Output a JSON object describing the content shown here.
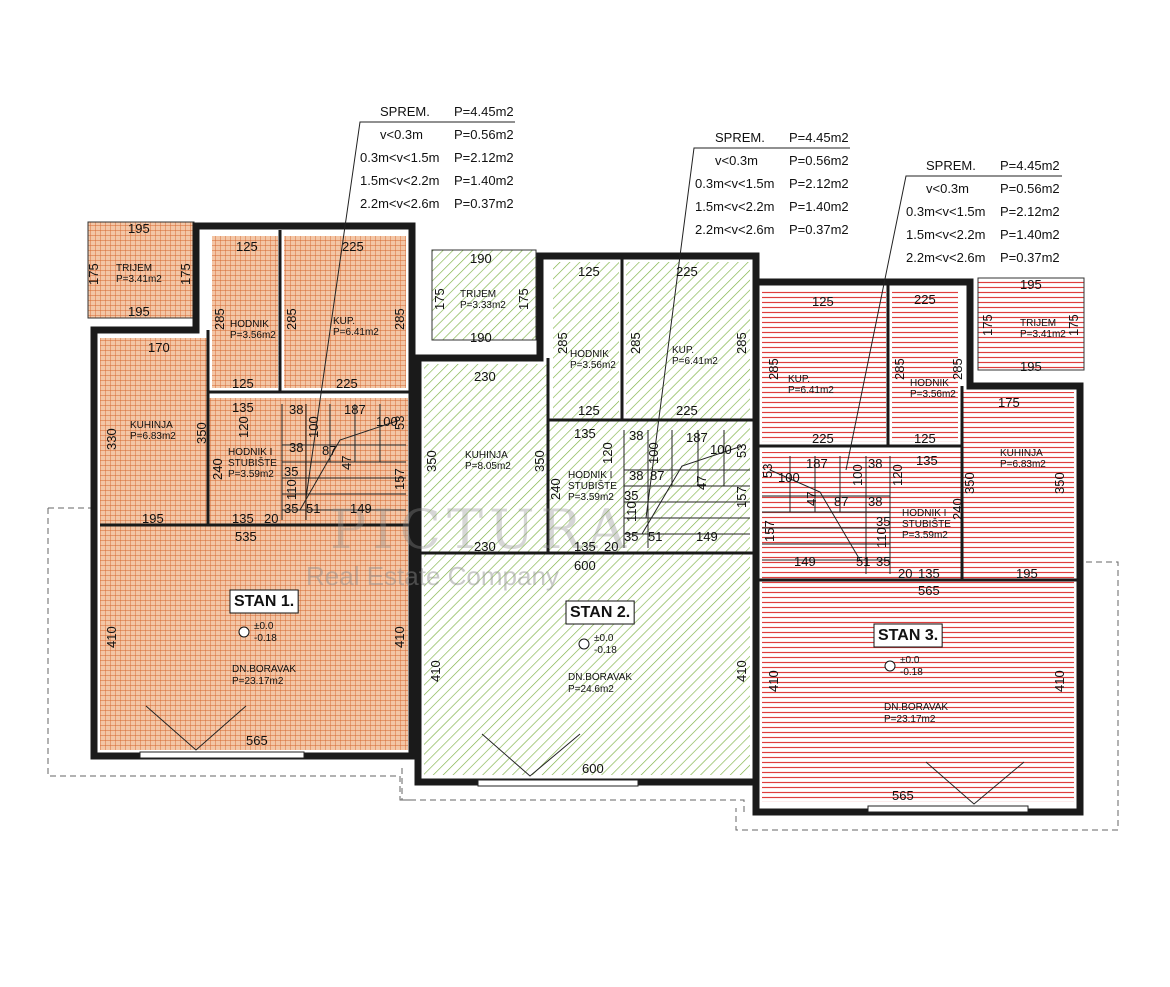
{
  "watermark": {
    "logo_text": "PICTURA",
    "tagline": "Real Estate Company"
  },
  "colors": {
    "stan1_fill": "#e0885a",
    "stan2_fill": "#8fbf5a",
    "stan3_fill": "#e04848",
    "wall": "#1a1a1a"
  },
  "storage_tables": [
    {
      "rows": [
        [
          "SPREM.",
          "P=4.45m2"
        ],
        [
          "v<0.3m",
          "P=0.56m2"
        ],
        [
          "0.3m<v<1.5m",
          "P=2.12m2"
        ],
        [
          "1.5m<v<2.2m",
          "P=1.40m2"
        ],
        [
          "2.2m<v<2.6m",
          "P=0.37m2"
        ]
      ]
    },
    {
      "rows": [
        [
          "SPREM.",
          "P=4.45m2"
        ],
        [
          "v<0.3m",
          "P=0.56m2"
        ],
        [
          "0.3m<v<1.5m",
          "P=2.12m2"
        ],
        [
          "1.5m<v<2.2m",
          "P=1.40m2"
        ],
        [
          "2.2m<v<2.6m",
          "P=0.37m2"
        ]
      ]
    },
    {
      "rows": [
        [
          "SPREM.",
          "P=4.45m2"
        ],
        [
          "v<0.3m",
          "P=0.56m2"
        ],
        [
          "0.3m<v<1.5m",
          "P=2.12m2"
        ],
        [
          "1.5m<v<2.2m",
          "P=1.40m2"
        ],
        [
          "2.2m<v<2.6m",
          "P=0.37m2"
        ]
      ]
    }
  ],
  "units": [
    {
      "name": "STAN 1.",
      "level": "±0.0",
      "level_sub": "-0.18",
      "rooms": [
        {
          "name": "TRIJEM",
          "area": "P=3.41m2"
        },
        {
          "name": "HODNIK",
          "area": "P=3.56m2"
        },
        {
          "name": "KUP.",
          "area": "P=6.41m2"
        },
        {
          "name": "KUHINJA",
          "area": "P=6.83m2"
        },
        {
          "name": "HODNIK I",
          "name2": "STUBIŠTE",
          "area": "P=3.59m2"
        },
        {
          "name": "DN.BORAVAK",
          "area": "P=23.17m2"
        }
      ],
      "dims": [
        "195",
        "175",
        "175",
        "195",
        "125",
        "225",
        "285",
        "285",
        "285",
        "170",
        "125",
        "225",
        "135",
        "38",
        "187",
        "330",
        "350",
        "120",
        "100",
        "100",
        "53",
        "240",
        "38",
        "87",
        "35",
        "110",
        "47",
        "157",
        "35",
        "51",
        "149",
        "195",
        "135",
        "20",
        "535",
        "410",
        "410",
        "565"
      ]
    },
    {
      "name": "STAN 2.",
      "level": "±0.0",
      "level_sub": "-0.18",
      "rooms": [
        {
          "name": "TRIJEM",
          "area": "P=3.33m2"
        },
        {
          "name": "HODNIK",
          "area": "P=3.56m2"
        },
        {
          "name": "KUP.",
          "area": "P=6.41m2"
        },
        {
          "name": "KUHINJA",
          "area": "P=8.05m2"
        },
        {
          "name": "HODNIK I",
          "name2": "STUBIŠTE",
          "area": "P=3.59m2"
        },
        {
          "name": "DN.BORAVAK",
          "area": "P=24.6m2"
        }
      ],
      "dims": [
        "190",
        "175",
        "175",
        "190",
        "125",
        "225",
        "285",
        "285",
        "285",
        "230",
        "125",
        "225",
        "135",
        "38",
        "187",
        "350",
        "350",
        "120",
        "100",
        "100",
        "53",
        "240",
        "38",
        "87",
        "35",
        "110",
        "47",
        "157",
        "35",
        "51",
        "149",
        "230",
        "135",
        "20",
        "600",
        "410",
        "410",
        "600"
      ]
    },
    {
      "name": "STAN 3.",
      "level": "±0.0",
      "level_sub": "-0.18",
      "rooms": [
        {
          "name": "TRIJEM",
          "area": "P=3.41m2"
        },
        {
          "name": "HODNIK",
          "area": "P=3.56m2"
        },
        {
          "name": "KUP.",
          "area": "P=6.41m2"
        },
        {
          "name": "KUHINJA",
          "area": "P=6.83m2"
        },
        {
          "name": "HODNIK I",
          "name2": "STUBIŠTE",
          "area": "P=3.59m2"
        },
        {
          "name": "DN.BORAVAK",
          "area": "P=23.17m2"
        }
      ],
      "dims": [
        "195",
        "175",
        "175",
        "195",
        "125",
        "225",
        "285",
        "285",
        "285",
        "175",
        "125",
        "225",
        "135",
        "38",
        "187",
        "350",
        "350",
        "120",
        "100",
        "100",
        "53",
        "240",
        "38",
        "87",
        "35",
        "110",
        "47",
        "157",
        "35",
        "51",
        "149",
        "195",
        "135",
        "20",
        "565",
        "410",
        "410",
        "565"
      ]
    }
  ]
}
